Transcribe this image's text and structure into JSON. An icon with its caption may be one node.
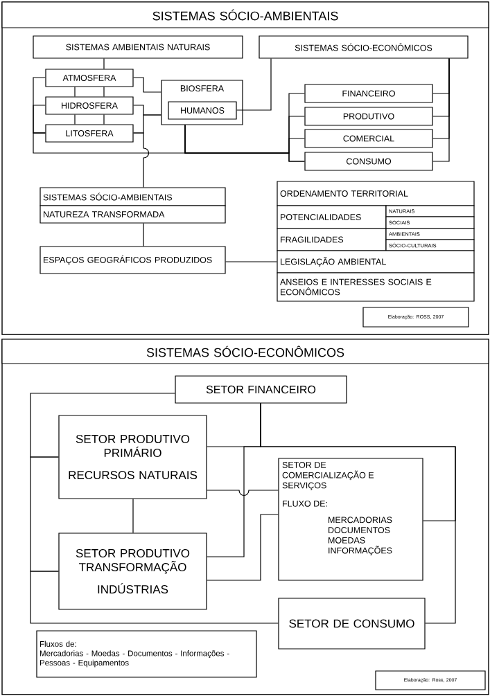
{
  "diagram": {
    "nodes": [
      {
        "text": [
          "SISTEMAS SÓCIO-AMBIENTAIS"
        ]
      },
      {
        "text": [
          "SISTEMAS AMBIENTAIS NATURAIS"
        ]
      },
      {
        "text": [
          "SISTEMAS SÓCIO-ECONÔMICOS"
        ]
      },
      {
        "text": [
          "ATMOSFERA"
        ]
      },
      {
        "text": [
          "HIDROSFERA"
        ]
      },
      {
        "text": [
          "LITOSFERA"
        ]
      },
      {
        "text": [
          "BIOSFERA"
        ]
      },
      {
        "text": [
          "HUMANOS"
        ],
        "in": 6
      },
      {
        "text": [
          "FINANCEIRO"
        ]
      },
      {
        "text": [
          "PRODUTIVO"
        ]
      },
      {
        "text": [
          "COMERCIAL"
        ]
      },
      {
        "text": [
          "CONSUMO"
        ]
      },
      {
        "text": [
          "SISTEMAS SÓCIO-AMBIENTAIS"
        ]
      },
      {
        "text": [
          "NATUREZA TRANSFORMADA"
        ]
      },
      {
        "text": [
          "ESPAÇOS GEOGRÁFICOS PRODUZIDOS"
        ]
      },
      {
        "text": [
          "ORDENAMENTO TERRITORIAL"
        ]
      },
      {
        "text": [
          "POTENCIALIDADES"
        ]
      },
      {
        "text": [
          "NATURAIS"
        ]
      },
      {
        "text": [
          "SOCIAIS"
        ]
      },
      {
        "text": [
          "FRAGILIDADES"
        ]
      },
      {
        "text": [
          "AMBIENTAIS"
        ]
      },
      {
        "text": [
          "SÓCIO-CULTURAIS"
        ]
      },
      {
        "text": [
          "LEGISLAÇÃO AMBIENTAL"
        ]
      },
      {
        "text": [
          "ANSEIOS E INTERESSES SOCIAIS E ECONÔMICOS"
        ]
      },
      {
        "text": [
          "Elaboração: ROSS, 2007"
        ]
      },
      {
        "text": [
          "SISTEMAS SÓCIO-ECONÔMICOS"
        ]
      },
      {
        "text": [
          "SETOR FINANCEIRO"
        ]
      },
      {
        "text": [
          "SETOR PRODUTIVO PRIMÁRIO",
          "RECURSOS NATURAIS"
        ]
      },
      {
        "text": [
          "SETOR DE COMERCIALIZAÇÃO E SERVIÇOS",
          "FLUXO DE:",
          "MERCADORIAS DOCUMENTOS MOEDAS INFORMAÇÕES"
        ]
      },
      {
        "text": [
          "SETOR PRODUTIVO TRANSFORMAÇÃO",
          "INDÚSTRIAS"
        ]
      },
      {
        "text": [
          "SETOR DE CONSUMO"
        ]
      },
      {
        "text": [
          "Fluxos de:",
          "Mercadorias - Moedas - Documentos - Informações - Pessoas - Equipamentos"
        ]
      },
      {
        "text": [
          "Elaboração: Ross, 2007"
        ]
      }
    ],
    "edges": [
      {
        "from": 1,
        "to": 3,
        "arrow": "none"
      },
      {
        "from": 3,
        "to": 4,
        "arrow": "none"
      },
      {
        "from": 3,
        "to": 4,
        "arrow": "none"
      },
      {
        "from": 4,
        "to": 5,
        "arrow": "none"
      },
      {
        "from": 4,
        "to": 5,
        "arrow": "none"
      },
      {
        "from": 3,
        "to": 5,
        "arrow": "none"
      },
      {
        "from": 4,
        "to": 5,
        "arrow": "none"
      },
      {
        "from": 3,
        "to": 6,
        "arrow": "none"
      },
      {
        "from": 4,
        "to": 6,
        "arrow": "none"
      },
      {
        "from": 5,
        "to": 6,
        "arrow": "none"
      },
      {
        "from": 5,
        "to": 11,
        "arrow": "none"
      },
      {
        "from": 6,
        "to": 8,
        "arrow": "none"
      },
      {
        "from": 6,
        "to": 9,
        "arrow": "none"
      },
      {
        "from": 6,
        "to": 10,
        "arrow": "none"
      },
      {
        "from": 6,
        "to": 11,
        "arrow": "none"
      },
      {
        "from": 7,
        "to": 2,
        "arrow": "none"
      },
      {
        "from": 2,
        "to": 8,
        "arrow": "none"
      },
      {
        "from": 2,
        "to": 9,
        "arrow": "none"
      },
      {
        "from": 2,
        "to": 10,
        "arrow": "none"
      },
      {
        "from": 2,
        "to": 11,
        "arrow": "none"
      },
      {
        "from": 5,
        "to": 12,
        "arrow": "none"
      },
      {
        "from": 13,
        "to": 14,
        "arrow": "none"
      },
      {
        "from": 14,
        "to": 22,
        "arrow": "none"
      },
      {
        "from": 26,
        "to": 27,
        "arrow": "none"
      },
      {
        "from": 27,
        "to": 29,
        "arrow": "none"
      },
      {
        "from": 29,
        "to": 30,
        "arrow": "none"
      },
      {
        "from": 26,
        "to": 27,
        "arrow": "none"
      },
      {
        "from": 26,
        "to": 28,
        "arrow": "none"
      },
      {
        "from": 26,
        "to": 30,
        "arrow": "none"
      },
      {
        "from": 27,
        "to": 29,
        "arrow": "none"
      },
      {
        "from": 27,
        "to": 28,
        "arrow": "none"
      },
      {
        "from": 29,
        "to": 26,
        "arrow": "none"
      },
      {
        "from": 29,
        "to": 28,
        "arrow": "none"
      }
    ]
  }
}
